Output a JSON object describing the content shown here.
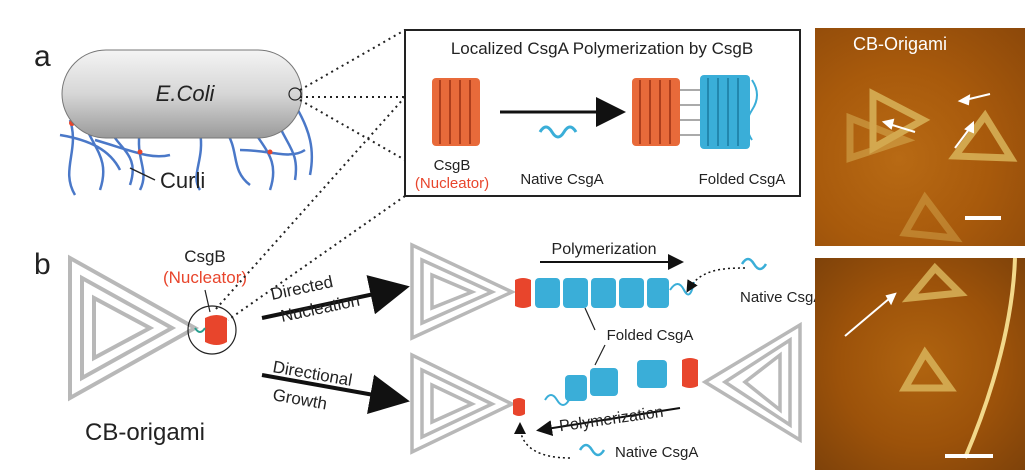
{
  "panel_a": {
    "letter": "a",
    "cell_label": "E.Coli",
    "curli_label": "Curli",
    "inset": {
      "title": "Localized CsgA Polymerization by CsgB",
      "csgb_label": "CsgB",
      "nucleator_label": "(Nucleator)",
      "native_label": "Native CsgA",
      "folded_label": "Folded CsgA"
    }
  },
  "panel_b": {
    "letter": "b",
    "csgb_label": "CsgB",
    "nucleator_label": "(Nucleator)",
    "origami_label": "CB-origami",
    "directed_1": "Directed",
    "directed_2": "Nucleation",
    "growth_1": "Directional",
    "growth_2": "Growth",
    "polymerization_top": "Polymerization",
    "polymerization_bottom": "Polymerization",
    "native_top": "Native CsgA",
    "native_bottom": "Native CsgA",
    "folded_label": "Folded CsgA"
  },
  "afm": {
    "top_label": "CB-Origami"
  },
  "colors": {
    "csgb_red": "#e8452c",
    "csga_blue": "#3aaed8",
    "nucleator_text": "#e8452c",
    "origami_gray": "#b8b8b8",
    "afm_bg": "#a85a0c"
  }
}
